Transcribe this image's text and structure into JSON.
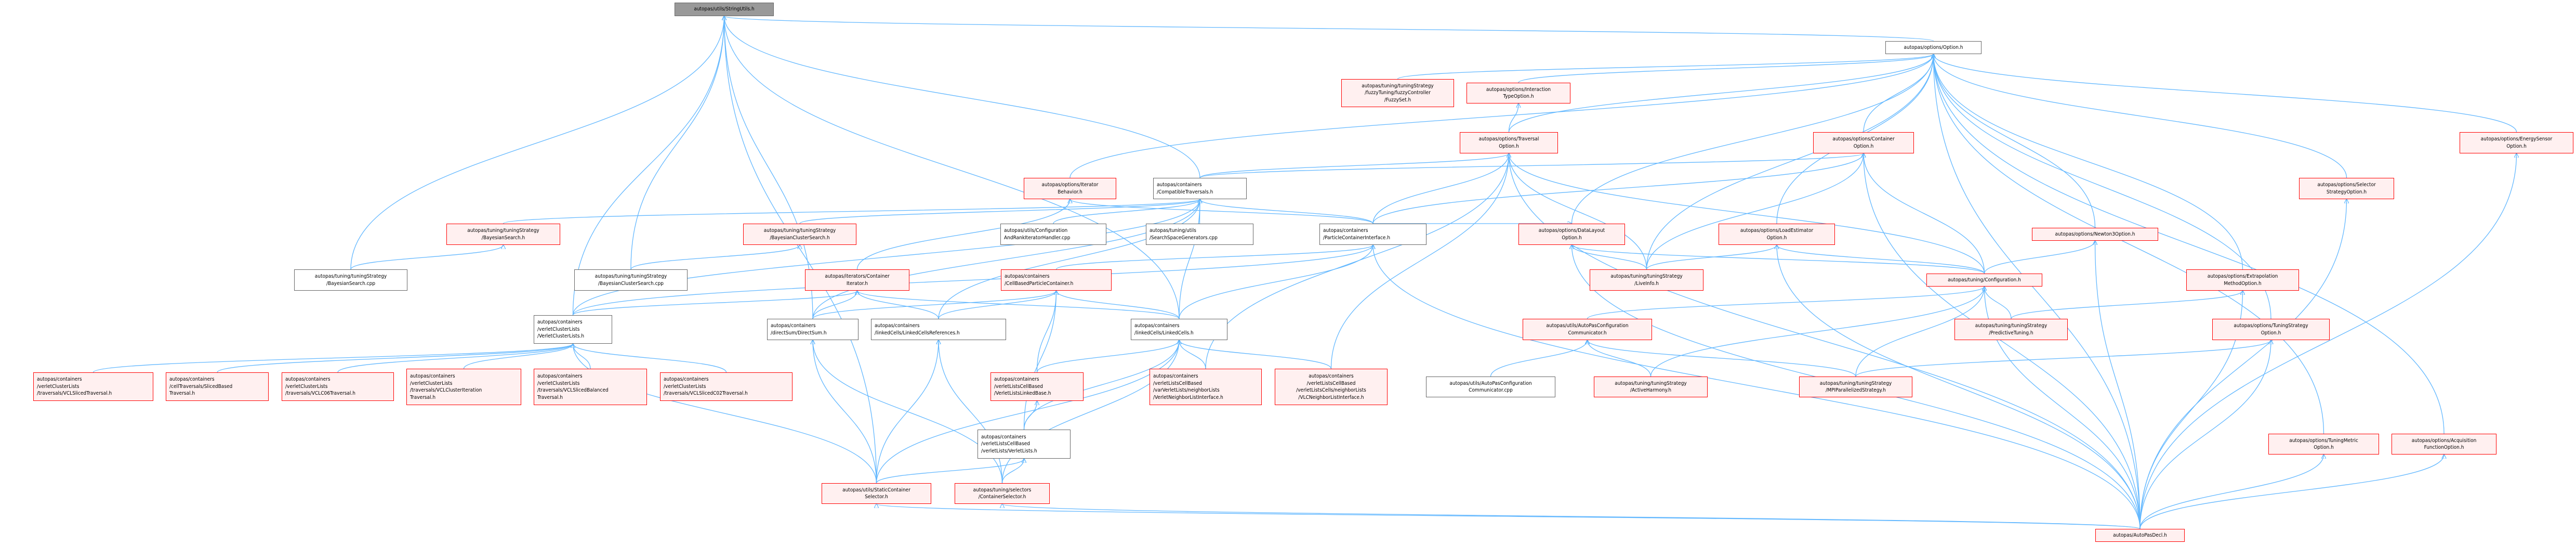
{
  "title": "autopas/utils/StringUtils.h dependency graph",
  "colors": {
    "edge": "#63b8ff",
    "truncated_border": "#ff0000",
    "truncated_fill": "#fff0f0",
    "root_fill": "#999999",
    "normal_border": "#666666"
  },
  "nodes": [
    {
      "id": "stringutils",
      "label": "autopas/utils/StringUtils.h",
      "kind": "root"
    },
    {
      "id": "option",
      "label": "autopas/options/Option.h",
      "kind": "normal"
    },
    {
      "id": "bayes_h",
      "label": "autopas/tuning/tuningStrategy\n/BayesianSearch.h",
      "kind": "truncated"
    },
    {
      "id": "bayes_cpp",
      "label": "autopas/tuning/tuningStrategy\n/BayesianSearch.cpp",
      "kind": "normal"
    },
    {
      "id": "bcs_cpp",
      "label": "autopas/tuning/tuningStrategy\n/BayesianClusterSearch.cpp",
      "kind": "normal"
    },
    {
      "id": "bcs_h",
      "label": "autopas/tuning/tuningStrategy\n/BayesianClusterSearch.h",
      "kind": "truncated"
    },
    {
      "id": "vcl",
      "label": "autopas/containers\n/verletClusterLists\n/VerletClusterLists.h",
      "kind": "normal"
    },
    {
      "id": "vcl_sliced",
      "label": "autopas/containers\n/verletClusterLists\n/traversals/VCLSlicedTraversal.h",
      "kind": "truncated"
    },
    {
      "id": "sliced_based",
      "label": "autopas/containers\n/cellTraversals/SlicedBased\nTraversal.h",
      "kind": "truncated"
    },
    {
      "id": "vcl_c06",
      "label": "autopas/containers\n/verletClusterLists\n/traversals/VCLC06Traversal.h",
      "kind": "truncated"
    },
    {
      "id": "vcl_cluster_iter",
      "label": "autopas/containers\n/verletClusterLists\n/traversals/VCLClusterIteration\nTraversal.h",
      "kind": "truncated"
    },
    {
      "id": "vcl_sliced_bal",
      "label": "autopas/containers\n/verletClusterLists\n/traversals/VCLSlicedBalanced\nTraversal.h",
      "kind": "truncated"
    },
    {
      "id": "vcl_sliced_c02",
      "label": "autopas/containers\n/verletClusterLists\n/traversals/VCLSlicedC02Traversal.h",
      "kind": "truncated"
    },
    {
      "id": "iter_behavior",
      "label": "autopas/options/Iterator\nBehavior.h",
      "kind": "truncated"
    },
    {
      "id": "compat_trav",
      "label": "autopas/containers\n/CompatibleTraversals.h",
      "kind": "normal"
    },
    {
      "id": "cfg_rank_cpp",
      "label": "autopas/utils/Configuration\nAndRankIteratorHandler.cpp",
      "kind": "normal"
    },
    {
      "id": "search_space_cpp",
      "label": "autopas/tuning/utils\n/SearchSpaceGenerators.cpp",
      "kind": "normal"
    },
    {
      "id": "pci",
      "label": "autopas/containers\n/ParticleContainerInterface.h",
      "kind": "normal"
    },
    {
      "id": "cont_iter",
      "label": "autopas/iterators/Container\nIterator.h",
      "kind": "truncated"
    },
    {
      "id": "cellbased",
      "label": "autopas/containers\n/CellBasedParticleContainer.h",
      "kind": "truncated"
    },
    {
      "id": "directsum",
      "label": "autopas/containers\n/directSum/DirectSum.h",
      "kind": "normal"
    },
    {
      "id": "lc_refs",
      "label": "autopas/containers\n/linkedCells/LinkedCellsReferences.h",
      "kind": "normal"
    },
    {
      "id": "linkedcells",
      "label": "autopas/containers\n/linkedCells/LinkedCells.h",
      "kind": "normal"
    },
    {
      "id": "vl_linked_base",
      "label": "autopas/containers\n/verletListsCellBased\n/VerletListsLinkedBase.h",
      "kind": "truncated"
    },
    {
      "id": "verlet_nl_iface",
      "label": "autopas/containers\n/verletListsCellBased\n/varVerletLists/neighborLists\n/VerletNeighborListInterface.h",
      "kind": "truncated"
    },
    {
      "id": "vlc_nl_iface",
      "label": "autopas/containers\n/verletListsCellBased\n/verletListsCells/neighborLists\n/VLCNeighborListInterface.h",
      "kind": "truncated"
    },
    {
      "id": "verletlists",
      "label": "autopas/containers\n/verletListsCellBased\n/verletLists/VerletLists.h",
      "kind": "normal"
    },
    {
      "id": "static_sel",
      "label": "autopas/utils/StaticContainer\nSelector.h",
      "kind": "truncated"
    },
    {
      "id": "cont_sel",
      "label": "autopas/tuning/selectors\n/ContainerSelector.h",
      "kind": "truncated"
    },
    {
      "id": "fuzzyset",
      "label": "autopas/tuning/tuningStrategy\n/fuzzyTuning/fuzzyController\n/FuzzySet.h",
      "kind": "truncated"
    },
    {
      "id": "interaction_opt",
      "label": "autopas/options/Interaction\nTypeOption.h",
      "kind": "truncated"
    },
    {
      "id": "traversal_opt",
      "label": "autopas/options/Traversal\nOption.h",
      "kind": "truncated"
    },
    {
      "id": "container_opt",
      "label": "autopas/options/Container\nOption.h",
      "kind": "truncated"
    },
    {
      "id": "datalayout_opt",
      "label": "autopas/options/DataLayout\nOption.h",
      "kind": "truncated"
    },
    {
      "id": "loadest_opt",
      "label": "autopas/options/LoadEstimator\nOption.h",
      "kind": "truncated"
    },
    {
      "id": "liveinfo",
      "label": "autopas/tuning/tuningStrategy\n/LiveInfo.h",
      "kind": "truncated"
    },
    {
      "id": "configuration",
      "label": "autopas/tuning/Configuration.h",
      "kind": "truncated"
    },
    {
      "id": "apcc_h",
      "label": "autopas/utils/AutoPasConfiguration\nCommunicator.h",
      "kind": "truncated"
    },
    {
      "id": "apcc_cpp",
      "label": "autopas/utils/AutoPasConfiguration\nCommunicator.cpp",
      "kind": "normal"
    },
    {
      "id": "active_harmony",
      "label": "autopas/tuning/tuningStrategy\n/ActiveHarmony.h",
      "kind": "truncated"
    },
    {
      "id": "mpi_strategy",
      "label": "autopas/tuning/tuningStrategy\n/MPIParallelizedStrategy.h",
      "kind": "truncated"
    },
    {
      "id": "predictive",
      "label": "autopas/tuning/tuningStrategy\n/PredictiveTuning.h",
      "kind": "truncated"
    },
    {
      "id": "newton3_opt",
      "label": "autopas/options/Newton3Option.h",
      "kind": "truncated"
    },
    {
      "id": "extrap_opt",
      "label": "autopas/options/Extrapolation\nMethodOption.h",
      "kind": "truncated"
    },
    {
      "id": "tuningstrat_opt",
      "label": "autopas/options/TuningStrategy\nOption.h",
      "kind": "truncated"
    },
    {
      "id": "selector_opt",
      "label": "autopas/options/Selector\nStrategyOption.h",
      "kind": "truncated"
    },
    {
      "id": "energy_opt",
      "label": "autopas/options/EnergySensor\nOption.h",
      "kind": "truncated"
    },
    {
      "id": "tuningmetric_opt",
      "label": "autopas/options/TuningMetric\nOption.h",
      "kind": "truncated"
    },
    {
      "id": "acq_opt",
      "label": "autopas/options/Acquisition\nFunctionOption.h",
      "kind": "truncated"
    },
    {
      "id": "autopasdecl",
      "label": "autopas/AutoPasDecl.h",
      "kind": "truncated"
    }
  ],
  "edges": [
    [
      "option",
      "stringutils"
    ],
    [
      "compat_trav",
      "stringutils"
    ],
    [
      "bayes_cpp",
      "stringutils"
    ],
    [
      "bcs_cpp",
      "stringutils"
    ],
    [
      "vcl",
      "stringutils"
    ],
    [
      "static_sel",
      "stringutils"
    ],
    [
      "linkedcells",
      "stringutils"
    ],
    [
      "directsum",
      "stringutils"
    ],
    [
      "iter_behavior",
      "option"
    ],
    [
      "fuzzyset",
      "option"
    ],
    [
      "interaction_opt",
      "option"
    ],
    [
      "traversal_opt",
      "option"
    ],
    [
      "container_opt",
      "option"
    ],
    [
      "datalayout_opt",
      "option"
    ],
    [
      "loadest_opt",
      "option"
    ],
    [
      "newton3_opt",
      "option"
    ],
    [
      "selector_opt",
      "option"
    ],
    [
      "energy_opt",
      "option"
    ],
    [
      "extrap_opt",
      "option"
    ],
    [
      "tuningstrat_opt",
      "option"
    ],
    [
      "tuningmetric_opt",
      "option"
    ],
    [
      "acq_opt",
      "option"
    ],
    [
      "traversal_opt",
      "interaction_opt"
    ],
    [
      "compat_trav",
      "traversal_opt"
    ],
    [
      "compat_trav",
      "container_opt"
    ],
    [
      "cfg_rank_cpp",
      "compat_trav"
    ],
    [
      "search_space_cpp",
      "compat_trav"
    ],
    [
      "pci",
      "compat_trav"
    ],
    [
      "pci",
      "iter_behavior"
    ],
    [
      "pci",
      "datalayout_opt"
    ],
    [
      "pci",
      "container_opt"
    ],
    [
      "pci",
      "traversal_opt"
    ],
    [
      "bcs_h",
      "compat_trav"
    ],
    [
      "bayes_h",
      "compat_trav"
    ],
    [
      "bayes_cpp",
      "bayes_h"
    ],
    [
      "bcs_cpp",
      "bcs_h"
    ],
    [
      "cont_iter",
      "iter_behavior"
    ],
    [
      "cellbased",
      "pci"
    ],
    [
      "directsum",
      "cont_iter"
    ],
    [
      "directsum",
      "cellbased"
    ],
    [
      "directsum",
      "compat_trav"
    ],
    [
      "lc_refs",
      "cont_iter"
    ],
    [
      "lc_refs",
      "cellbased"
    ],
    [
      "lc_refs",
      "compat_trav"
    ],
    [
      "linkedcells",
      "cont_iter"
    ],
    [
      "linkedcells",
      "cellbased"
    ],
    [
      "linkedcells",
      "compat_trav"
    ],
    [
      "linkedcells",
      "pci"
    ],
    [
      "vcl",
      "cont_iter"
    ],
    [
      "vcl",
      "compat_trav"
    ],
    [
      "vcl",
      "pci"
    ],
    [
      "vcl_sliced",
      "vcl"
    ],
    [
      "sliced_based",
      "vcl"
    ],
    [
      "vcl_c06",
      "vcl"
    ],
    [
      "vcl_cluster_iter",
      "vcl"
    ],
    [
      "vcl_sliced_bal",
      "vcl"
    ],
    [
      "vcl_sliced_c02",
      "vcl"
    ],
    [
      "vl_linked_base",
      "linkedcells"
    ],
    [
      "vl_linked_base",
      "cellbased"
    ],
    [
      "verlet_nl_iface",
      "linkedcells"
    ],
    [
      "verlet_nl_iface",
      "traversal_opt"
    ],
    [
      "vlc_nl_iface",
      "linkedcells"
    ],
    [
      "vlc_nl_iface",
      "traversal_opt"
    ],
    [
      "verletlists",
      "vl_linked_base"
    ],
    [
      "verletlists",
      "linkedcells"
    ],
    [
      "verletlists",
      "cellbased"
    ],
    [
      "static_sel",
      "directsum"
    ],
    [
      "static_sel",
      "lc_refs"
    ],
    [
      "static_sel",
      "linkedcells"
    ],
    [
      "static_sel",
      "verletlists"
    ],
    [
      "static_sel",
      "vcl"
    ],
    [
      "cont_sel",
      "directsum"
    ],
    [
      "cont_sel",
      "lc_refs"
    ],
    [
      "cont_sel",
      "linkedcells"
    ],
    [
      "cont_sel",
      "verletlists"
    ],
    [
      "liveinfo",
      "datalayout_opt"
    ],
    [
      "liveinfo",
      "loadest_opt"
    ],
    [
      "liveinfo",
      "traversal_opt"
    ],
    [
      "liveinfo",
      "container_opt"
    ],
    [
      "liveinfo",
      "option"
    ],
    [
      "configuration",
      "container_opt"
    ],
    [
      "configuration",
      "datalayout_opt"
    ],
    [
      "configuration",
      "loadest_opt"
    ],
    [
      "configuration",
      "newton3_opt"
    ],
    [
      "configuration",
      "traversal_opt"
    ],
    [
      "predictive",
      "configuration"
    ],
    [
      "predictive",
      "extrap_opt"
    ],
    [
      "apcc_h",
      "configuration"
    ],
    [
      "apcc_cpp",
      "apcc_h"
    ],
    [
      "active_harmony",
      "apcc_h"
    ],
    [
      "active_harmony",
      "configuration"
    ],
    [
      "mpi_strategy",
      "apcc_h"
    ],
    [
      "mpi_strategy",
      "configuration"
    ],
    [
      "mpi_strategy",
      "tuningstrat_opt"
    ],
    [
      "autopasdecl",
      "option"
    ],
    [
      "autopasdecl",
      "tuningmetric_opt"
    ],
    [
      "autopasdecl",
      "acq_opt"
    ],
    [
      "autopasdecl",
      "tuningstrat_opt"
    ],
    [
      "autopasdecl",
      "extrap_opt"
    ],
    [
      "autopasdecl",
      "selector_opt"
    ],
    [
      "autopasdecl",
      "energy_opt"
    ],
    [
      "autopasdecl",
      "newton3_opt"
    ],
    [
      "autopasdecl",
      "container_opt"
    ],
    [
      "autopasdecl",
      "configuration"
    ],
    [
      "autopasdecl",
      "static_sel"
    ],
    [
      "autopasdecl",
      "cont_sel"
    ],
    [
      "autopasdecl",
      "pci"
    ],
    [
      "autopasdecl",
      "loadest_opt"
    ],
    [
      "autopasdecl",
      "datalayout_opt"
    ],
    [
      "autopasdecl",
      "traversal_opt"
    ]
  ]
}
